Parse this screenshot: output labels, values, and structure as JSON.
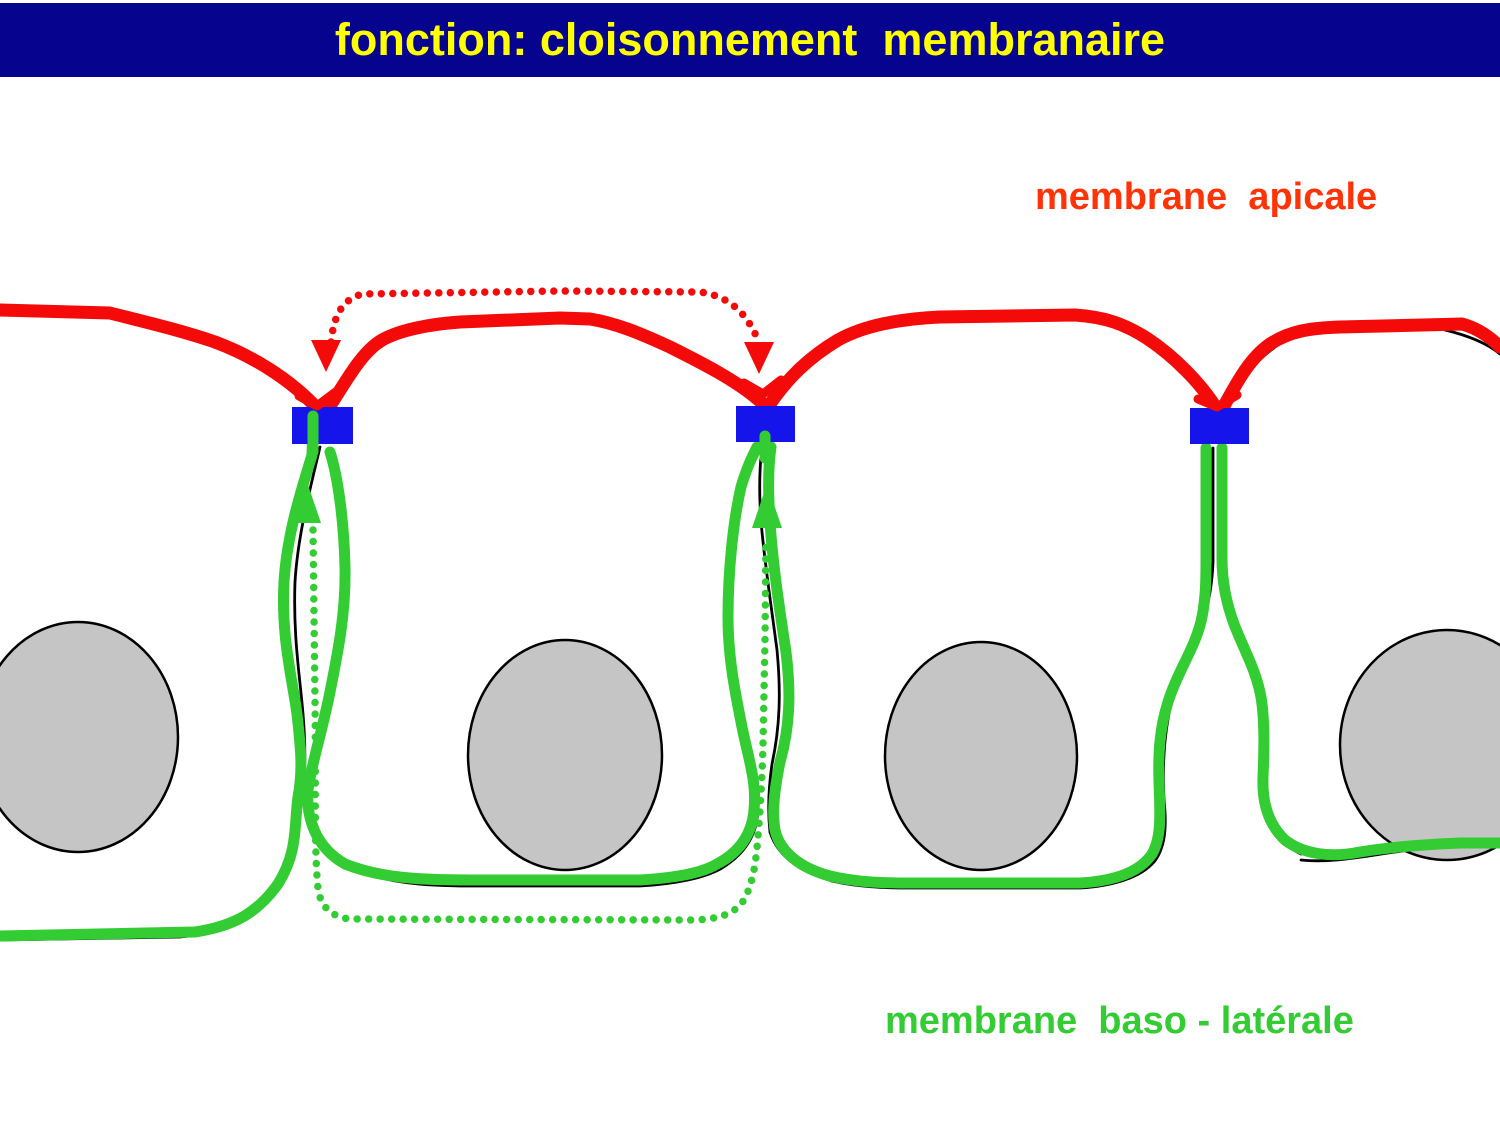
{
  "title_bar": {
    "text": "fonction: cloisonnement  membranaire"
  },
  "labels": {
    "apical": "membrane  apicale",
    "basolateral": "membrane  baso - latérale"
  },
  "diagram": {
    "cell_count": 4,
    "tight_junction_count": 3,
    "nucleus_count": 4,
    "apical_blocked_arrow_count": 2,
    "paracellular_blocked_arrow_count": 2
  },
  "colors": {
    "background": "#FFFFFF",
    "title_bg": "#06048E",
    "title_text": "#FFFF00",
    "apical_membrane": "#F50A0A",
    "apical_label": "#FF3308",
    "basolateral_membrane": "#33CC33",
    "basolateral_label": "#33CC33",
    "junction": "#1414EB",
    "nucleus_fill": "#C5C5C5",
    "outline": "#000000"
  }
}
